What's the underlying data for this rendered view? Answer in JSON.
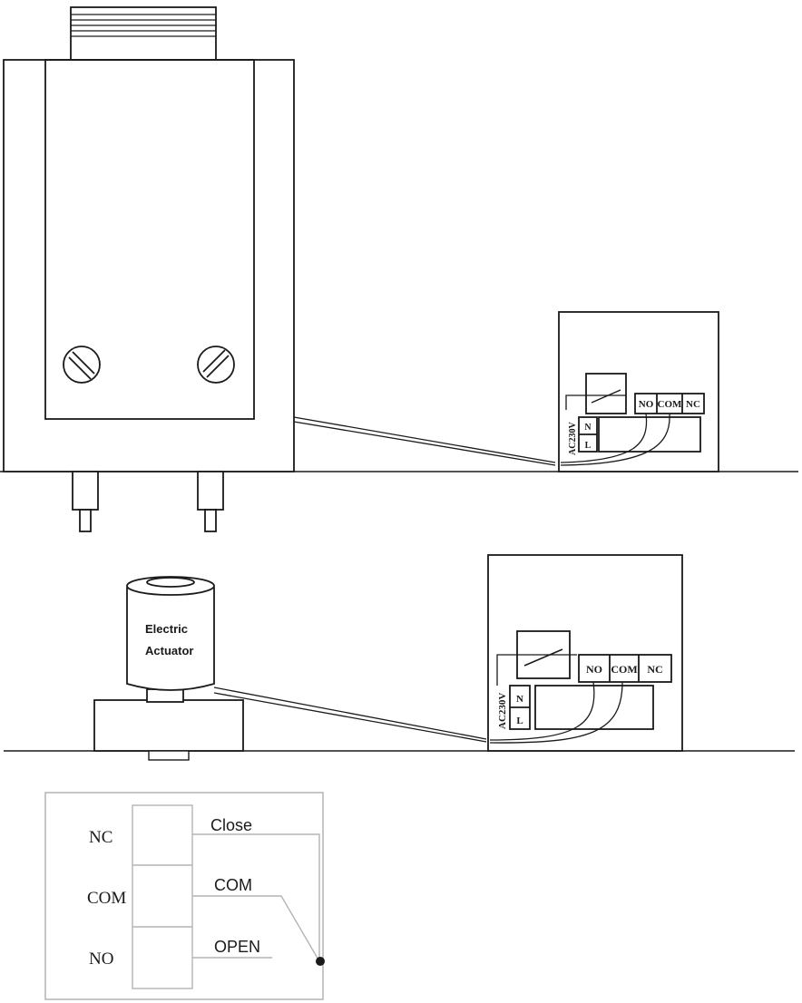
{
  "top_panel": {
    "terminals": {
      "no": "NO",
      "com": "COM",
      "nc": "NC"
    },
    "power_label": "AC230V",
    "power_terminals": {
      "n": "N",
      "l": "L"
    }
  },
  "middle_panel": {
    "actuator_label_line1": "Electric",
    "actuator_label_line2": "Actuator",
    "terminals": {
      "no": "NO",
      "com": "COM",
      "nc": "NC"
    },
    "power_label": "AC230V",
    "power_terminals": {
      "n": "N",
      "l": "L"
    }
  },
  "legend": {
    "left_labels": {
      "nc": "NC",
      "com": "COM",
      "no": "NO"
    },
    "right_labels": {
      "close": "Close",
      "com": "COM",
      "open": "OPEN"
    }
  },
  "colors": {
    "line": "#1a1a1a",
    "legend_border": "#b4b4b4",
    "background": "#ffffff"
  }
}
